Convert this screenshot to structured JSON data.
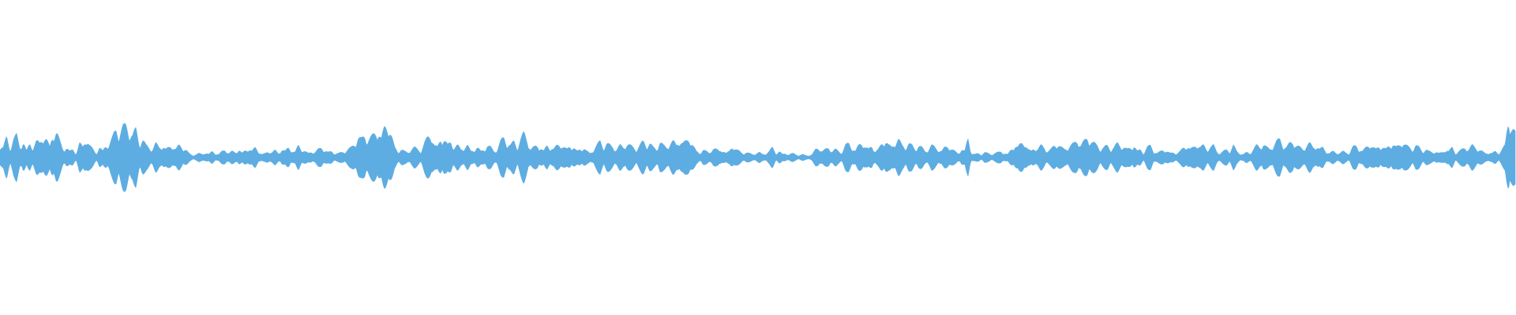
{
  "waveform": {
    "color": "#5dade2",
    "background": "#ffffff",
    "envelope": [
      0.12,
      0.1,
      0.2,
      0.08,
      0.18,
      0.22,
      0.1,
      0.16,
      0.06,
      0.14,
      0.1,
      0.16,
      0.14,
      0.22,
      0.18,
      0.1,
      0.24,
      0.26,
      0.16,
      0.08,
      0.1,
      0.06,
      0.08,
      0.04,
      0.14,
      0.1,
      0.2,
      0.12,
      0.08,
      0.04,
      0.1,
      0.06,
      0.12,
      0.14,
      0.2,
      0.28,
      0.24,
      0.3,
      0.32,
      0.26,
      0.22,
      0.28,
      0.14,
      0.18,
      0.12,
      0.1,
      0.08,
      0.14,
      0.1,
      0.12,
      0.08,
      0.1,
      0.12,
      0.08,
      0.12,
      0.1,
      0.08,
      0.04,
      0.02,
      0.03,
      0.04,
      0.03,
      0.05,
      0.03,
      0.06,
      0.04,
      0.03,
      0.06,
      0.08,
      0.04,
      0.06,
      0.05,
      0.08,
      0.04,
      0.07,
      0.09,
      0.06,
      0.1,
      0.06,
      0.03,
      0.04,
      0.06,
      0.05,
      0.07,
      0.04,
      0.08,
      0.06,
      0.1,
      0.07,
      0.05,
      0.12,
      0.08,
      0.06,
      0.04,
      0.06,
      0.05,
      0.08,
      0.1,
      0.07,
      0.05,
      0.06,
      0.04,
      0.04,
      0.05,
      0.06,
      0.08,
      0.1,
      0.14,
      0.2,
      0.18,
      0.22,
      0.18,
      0.2,
      0.24,
      0.28,
      0.18,
      0.3,
      0.34,
      0.22,
      0.1,
      0.06,
      0.08,
      0.06,
      0.05,
      0.08,
      0.1,
      0.08,
      0.06,
      0.14,
      0.2,
      0.24,
      0.12,
      0.1,
      0.2,
      0.18,
      0.12,
      0.16,
      0.1,
      0.12,
      0.08,
      0.1,
      0.12,
      0.06,
      0.08,
      0.1,
      0.06,
      0.08,
      0.12,
      0.1,
      0.06,
      0.08,
      0.16,
      0.2,
      0.14,
      0.12,
      0.16,
      0.1,
      0.18,
      0.24,
      0.18,
      0.08,
      0.1,
      0.12,
      0.1,
      0.06,
      0.12,
      0.1,
      0.08,
      0.12,
      0.14,
      0.1,
      0.08,
      0.12,
      0.1,
      0.06,
      0.08,
      0.1,
      0.06,
      0.04,
      0.08,
      0.12,
      0.16,
      0.1,
      0.14,
      0.12,
      0.1,
      0.08,
      0.12,
      0.1,
      0.14,
      0.12,
      0.1,
      0.08,
      0.12,
      0.16,
      0.12,
      0.14,
      0.1,
      0.08,
      0.16,
      0.12,
      0.1,
      0.14,
      0.16,
      0.12,
      0.18,
      0.14,
      0.16,
      0.2,
      0.12,
      0.06,
      0.04,
      0.08,
      0.06,
      0.04,
      0.1,
      0.08,
      0.06,
      0.08,
      0.04,
      0.06,
      0.12,
      0.08,
      0.06,
      0.04,
      0.05,
      0.04,
      0.03,
      0.04,
      0.05,
      0.03,
      0.04,
      0.06,
      0.1,
      0.04,
      0.06,
      0.03,
      0.04,
      0.03,
      0.04,
      0.03,
      0.02,
      0.03,
      0.02,
      0.02,
      0.03,
      0.08,
      0.1,
      0.06,
      0.08,
      0.1,
      0.06,
      0.08,
      0.06,
      0.05,
      0.12,
      0.14,
      0.1,
      0.06,
      0.12,
      0.16,
      0.1,
      0.08,
      0.12,
      0.06,
      0.08,
      0.14,
      0.18,
      0.12,
      0.1,
      0.16,
      0.18,
      0.12,
      0.1,
      0.14,
      0.12,
      0.08,
      0.12,
      0.1,
      0.06,
      0.08,
      0.12,
      0.1,
      0.08,
      0.06,
      0.1,
      0.12,
      0.08,
      0.06,
      0.04,
      0.08,
      0.06,
      0.2,
      0.04,
      0.03,
      0.04,
      0.03,
      0.05,
      0.04,
      0.03,
      0.04,
      0.05,
      0.06,
      0.04,
      0.03,
      0.08,
      0.12,
      0.1,
      0.14,
      0.16,
      0.08,
      0.06,
      0.1,
      0.08,
      0.12,
      0.1,
      0.06,
      0.08,
      0.12,
      0.14,
      0.1,
      0.08,
      0.1,
      0.12,
      0.14,
      0.18,
      0.12,
      0.16,
      0.2,
      0.16,
      0.14,
      0.12,
      0.08,
      0.1,
      0.12,
      0.08,
      0.1,
      0.14,
      0.12,
      0.1,
      0.08,
      0.1,
      0.12,
      0.06,
      0.08,
      0.04,
      0.1,
      0.12,
      0.06,
      0.04,
      0.06,
      0.08,
      0.06,
      0.04,
      0.05,
      0.04,
      0.06,
      0.1,
      0.12,
      0.08,
      0.1,
      0.14,
      0.1,
      0.12,
      0.08,
      0.1,
      0.12,
      0.06,
      0.04,
      0.06,
      0.08,
      0.06,
      0.12,
      0.06,
      0.04,
      0.03,
      0.05,
      0.04,
      0.08,
      0.12,
      0.1,
      0.14,
      0.1,
      0.08,
      0.12,
      0.16,
      0.18,
      0.12,
      0.1,
      0.14,
      0.16,
      0.12,
      0.1,
      0.08,
      0.12,
      0.14,
      0.1,
      0.12,
      0.08,
      0.1,
      0.06,
      0.04,
      0.06,
      0.05,
      0.04,
      0.06,
      0.05,
      0.04,
      0.1,
      0.12,
      0.08,
      0.06,
      0.1,
      0.14,
      0.1,
      0.08,
      0.12,
      0.1,
      0.08,
      0.12,
      0.14,
      0.1,
      0.12,
      0.16,
      0.12,
      0.1,
      0.08,
      0.12,
      0.1,
      0.06,
      0.08,
      0.06,
      0.05,
      0.06,
      0.04,
      0.05,
      0.08,
      0.06,
      0.1,
      0.04,
      0.06,
      0.08,
      0.1,
      0.08,
      0.12,
      0.1,
      0.08,
      0.06,
      0.04,
      0.05,
      0.04,
      0.06,
      0.04,
      0.08,
      0.12,
      0.4,
      0.3,
      0.24
    ]
  }
}
